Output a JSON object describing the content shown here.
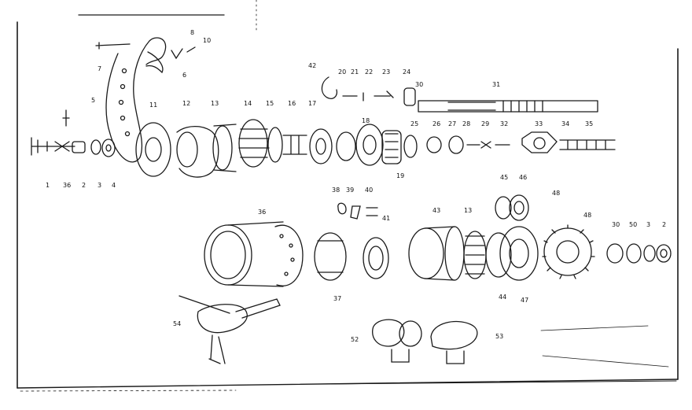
{
  "diagram": {
    "type": "exploded parts drawing",
    "colors": {
      "ink": "#1a1a1a",
      "paper": "#ffffff"
    },
    "labels": {
      "l1": "1",
      "l36a": "36",
      "l2": "2",
      "l3": "3",
      "l4": "4",
      "l5": "5",
      "l7": "7",
      "l6": "6",
      "l8": "8",
      "l10": "10",
      "l11": "11",
      "l12": "12",
      "l13": "13",
      "l14": "14",
      "l15": "15",
      "l16": "16",
      "l17": "17",
      "l18": "18",
      "l19": "19",
      "l42": "42",
      "l20": "20",
      "l21": "21",
      "l22": "22",
      "l23": "23",
      "l24": "24",
      "l30a": "30",
      "l31": "31",
      "l25": "25",
      "l26": "26",
      "l27": "27",
      "l28": "28",
      "l29": "29",
      "l32": "32",
      "l33": "33",
      "l34": "34",
      "l35": "35",
      "l38": "38",
      "l39": "39",
      "l40": "40",
      "l41": "41",
      "l36b": "36",
      "l43": "43",
      "l13b": "13",
      "l45": "45",
      "l46": "46",
      "l48a": "48",
      "l48b": "48",
      "l30b": "30",
      "l50": "50",
      "l3b": "3",
      "l2b": "2",
      "l37": "37",
      "l44": "44",
      "l47": "47",
      "l54": "54",
      "l52": "52",
      "l53": "53"
    }
  }
}
